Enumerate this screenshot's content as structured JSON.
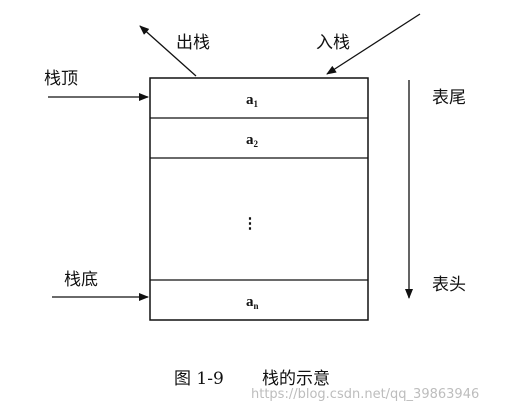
{
  "labels": {
    "pop": "出栈",
    "push": "入栈",
    "top": "栈顶",
    "bottom": "栈底",
    "tail": "表尾",
    "head": "表头"
  },
  "cells": [
    {
      "base": "a",
      "sub": "1"
    },
    {
      "base": "a",
      "sub": "2"
    },
    {
      "base": "⋮",
      "sub": ""
    },
    {
      "base": "a",
      "sub": "n"
    }
  ],
  "caption": {
    "figure_number": "图 1-9",
    "title": "栈的示意"
  },
  "watermark": "https://blog.csdn.net/qq_39863946",
  "colors": {
    "line": "#111111",
    "watermark": "#bdbdbd"
  }
}
